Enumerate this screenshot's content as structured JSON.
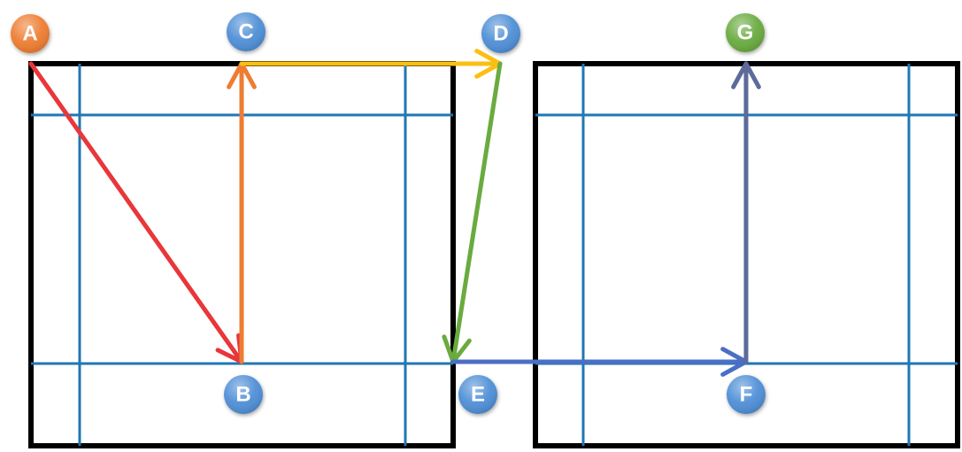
{
  "nodes": [
    {
      "id": "A",
      "label": "A",
      "color": "#ee7d31"
    },
    {
      "id": "B",
      "label": "B",
      "color": "#4f8fd6"
    },
    {
      "id": "C",
      "label": "C",
      "color": "#4f8fd6"
    },
    {
      "id": "D",
      "label": "D",
      "color": "#4f8fd6"
    },
    {
      "id": "E",
      "label": "E",
      "color": "#4f8fd6"
    },
    {
      "id": "F",
      "label": "F",
      "color": "#4f8fd6"
    },
    {
      "id": "G",
      "label": "G",
      "color": "#6aab3f"
    }
  ],
  "edges": [
    {
      "from": "A",
      "to": "B",
      "color": "#e8373a"
    },
    {
      "from": "B",
      "to": "C",
      "color": "#ee7d31"
    },
    {
      "from": "C",
      "to": "D",
      "color": "#fbbf13"
    },
    {
      "from": "D",
      "to": "E",
      "color": "#6aab3f"
    },
    {
      "from": "E",
      "to": "F",
      "color": "#4a6fc5"
    },
    {
      "from": "F",
      "to": "G",
      "color": "#5c6b9a"
    }
  ],
  "colors": {
    "frame": "#000000",
    "grid_line": "#1f77b4",
    "background": "#ffffff"
  }
}
